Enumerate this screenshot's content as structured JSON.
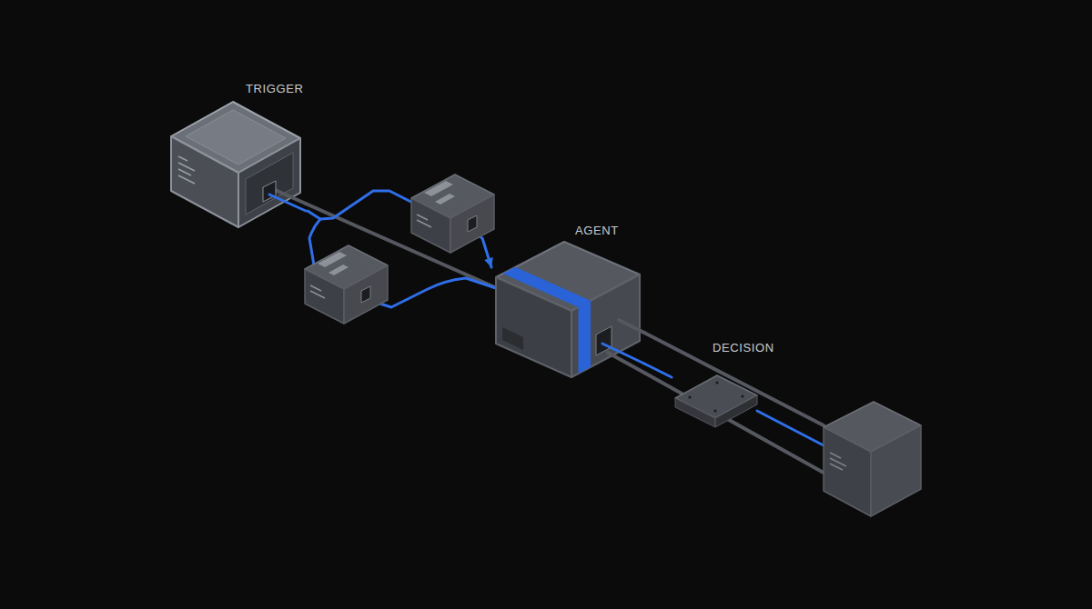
{
  "diagram": {
    "nodes": [
      {
        "text": [
          "TRIGGER"
        ]
      },
      {
        "text": [
          "AGENT"
        ]
      },
      {
        "text": [
          "DECISION"
        ]
      }
    ],
    "edges": [
      {
        "from": 0,
        "to": 1,
        "arrow": "to"
      },
      {
        "from": 1,
        "to": 2,
        "arrow": "none"
      }
    ]
  }
}
